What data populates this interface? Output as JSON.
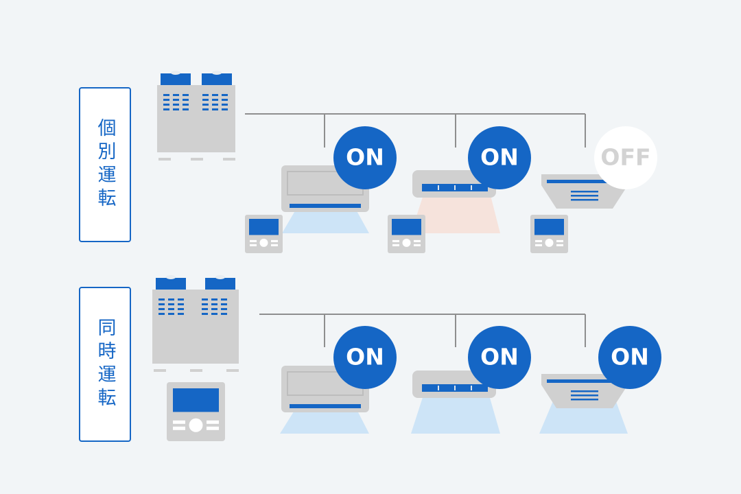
{
  "colors": {
    "background": "#f2f5f7",
    "accent_blue": "#1566c5",
    "unit_gray": "#d0d0d0",
    "line_gray": "#8e8e8e",
    "cool_airflow": "#cde4f7",
    "heat_airflow": "#f6e3dc",
    "off_badge": "#ffffff",
    "off_text": "#d3d3d3"
  },
  "sections": [
    {
      "label": "個別運転",
      "control": "individual-remote-per-unit",
      "units": [
        {
          "type": "wall-mounted",
          "status": "ON",
          "airflow": "cool"
        },
        {
          "type": "ceiling-concealed",
          "status": "ON",
          "airflow": "heat"
        },
        {
          "type": "ceiling-cassette",
          "status": "OFF",
          "airflow": "none"
        }
      ]
    },
    {
      "label": "同時運転",
      "control": "single-central-controller",
      "units": [
        {
          "type": "wall-mounted",
          "status": "ON",
          "airflow": "cool"
        },
        {
          "type": "ceiling-concealed",
          "status": "ON",
          "airflow": "cool"
        },
        {
          "type": "ceiling-cassette",
          "status": "ON",
          "airflow": "cool"
        }
      ]
    }
  ],
  "icons": {
    "outdoor_unit": "outdoor-unit-icon",
    "remote": "remote-controller-icon",
    "central_controller": "central-controller-icon"
  }
}
